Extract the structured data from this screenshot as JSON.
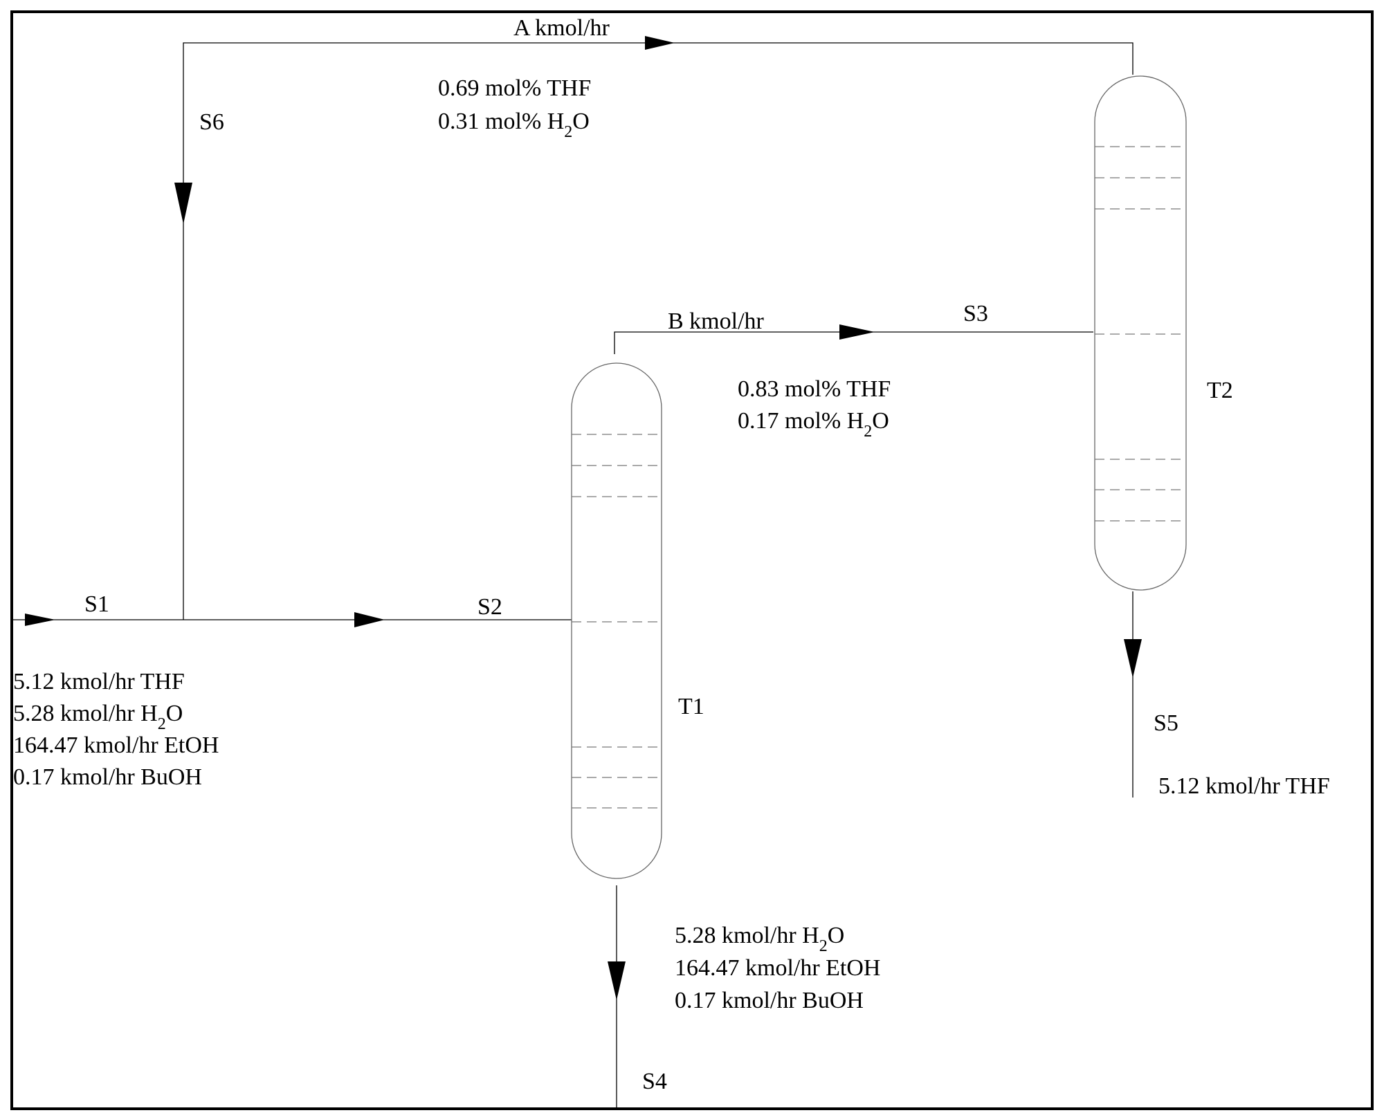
{
  "streams": {
    "s1": "S1",
    "s2": "S2",
    "s3": "S3",
    "s4": "S4",
    "s5": "S5",
    "s6": "S6"
  },
  "units": {
    "t1": "T1",
    "t2": "T2"
  },
  "flows": {
    "a": "A kmol/hr",
    "b": "B kmol/hr"
  },
  "recycle_composition": {
    "line1": "0.69 mol% THF",
    "line2_prefix": "0.31 mol% H",
    "line2_sub": "2",
    "line2_suffix": "O"
  },
  "distillate_composition": {
    "line1": "0.83 mol% THF",
    "line2_prefix": "0.17 mol% H",
    "line2_sub": "2",
    "line2_suffix": "O"
  },
  "feed": {
    "line1": "5.12 kmol/hr THF",
    "line2_prefix": "5.28 kmol/hr H",
    "line2_sub": "2",
    "line2_suffix": "O",
    "line3": "164.47 kmol/hr EtOH",
    "line4": "0.17 kmol/hr BuOH"
  },
  "bottoms_t1": {
    "line1_prefix": "5.28 kmol/hr H",
    "line1_sub": "2",
    "line1_suffix": "O",
    "line2": "164.47 kmol/hr EtOH",
    "line3": "0.17 kmol/hr BuOH"
  },
  "bottoms_t2": {
    "line1": "5.12 kmol/hr THF"
  }
}
